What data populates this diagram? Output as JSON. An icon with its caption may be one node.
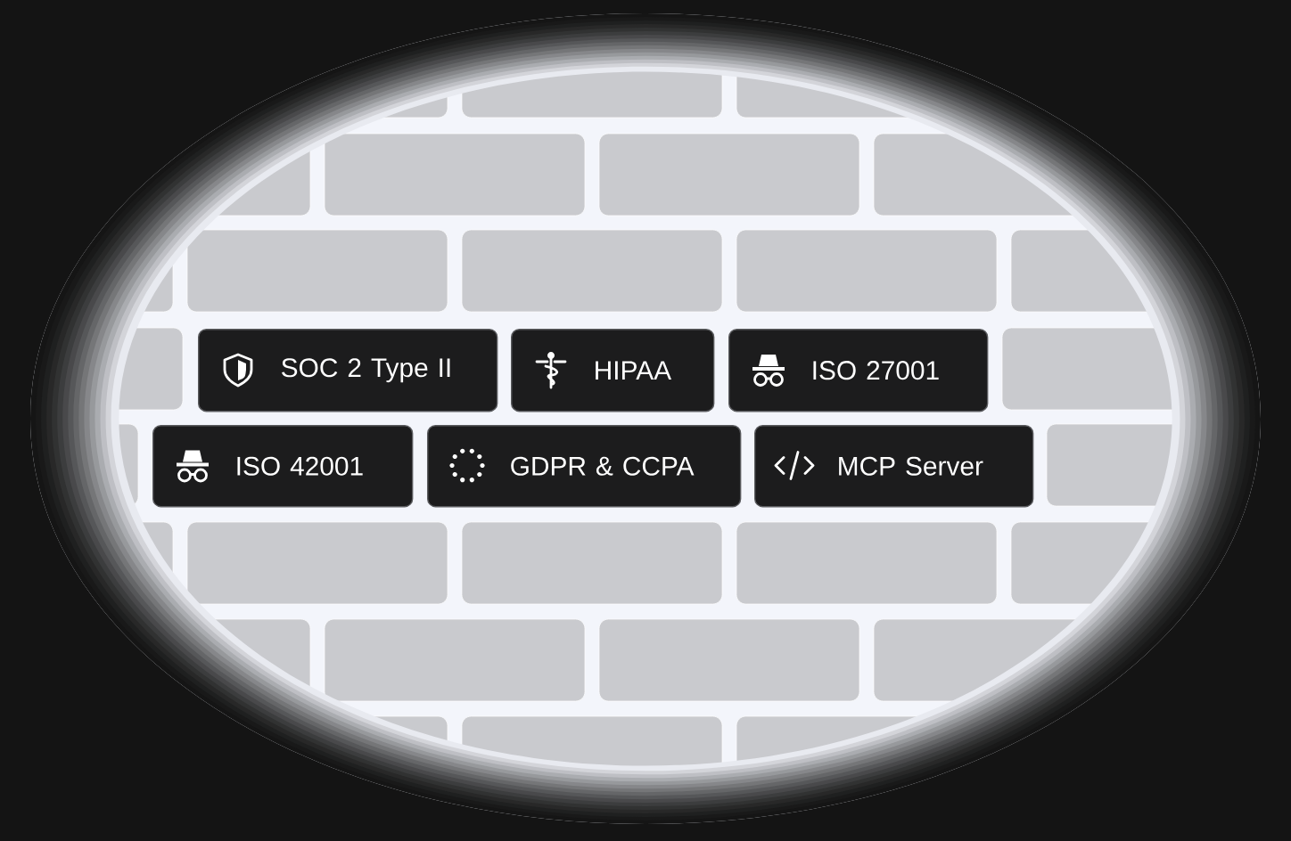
{
  "diagram": {
    "nodes": [
      {
        "text": [
          "SOC 2 Type II"
        ]
      },
      {
        "text": [
          "HIPAA"
        ]
      },
      {
        "text": [
          "ISO 27001"
        ]
      },
      {
        "text": [
          "ISO 42001"
        ]
      },
      {
        "text": [
          "GDPR & CCPA"
        ]
      },
      {
        "text": [
          "MCP Server"
        ]
      }
    ]
  }
}
